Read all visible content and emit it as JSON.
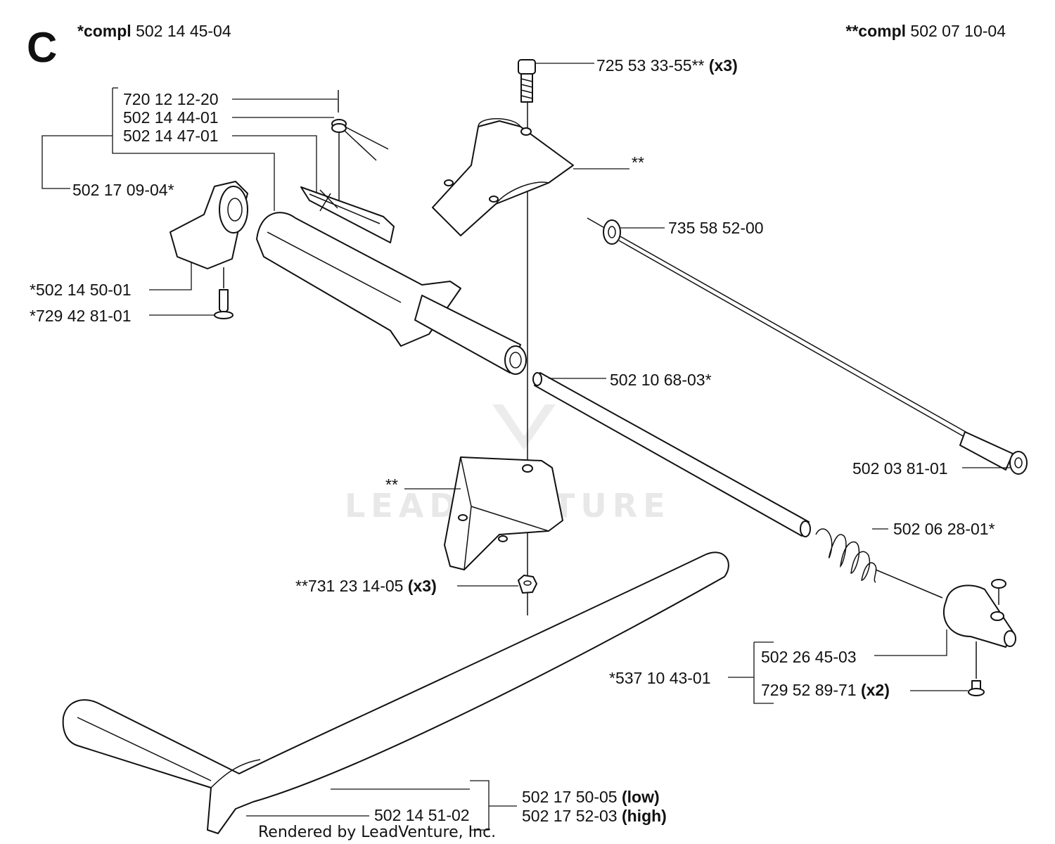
{
  "section_letter": "C",
  "header": {
    "left_prefix": "*compl",
    "left_number": "502 14 45-04",
    "right_prefix": "**compl",
    "right_number": "502 07 10-04"
  },
  "labels": {
    "screw_top": "725 53 33-55**",
    "screw_top_qty": "(x3)",
    "pin": "720 12 12-20",
    "spring_small": "502 14 44-01",
    "lever": "502 14 47-01",
    "throttle_kit": "502 17 09-04*",
    "clamp_upper": "**",
    "washer": "735 58 52-00",
    "cover": "*502 14 50-01",
    "screw_small": "*729 42 81-01",
    "tube": "502 10 68-03*",
    "cable": "502 03 81-01",
    "clamp_lower": "**",
    "spring_large": "502 06 28-01*",
    "nut": "**731 23 14-05",
    "nut_qty": "(x3)",
    "connector_kit": "*537 10 43-01",
    "connector": "502 26 45-03",
    "screw_conn": "729 52 89-71",
    "screw_conn_qty": "(x2)",
    "grip": "502 14 51-02",
    "handle_low": "502 17 50-05",
    "handle_low_tag": "(low)",
    "handle_high": "502 17 52-03",
    "handle_high_tag": "(high)"
  },
  "credit": "Rendered by LeadVenture, Inc.",
  "watermark": "LEADVENTURE"
}
